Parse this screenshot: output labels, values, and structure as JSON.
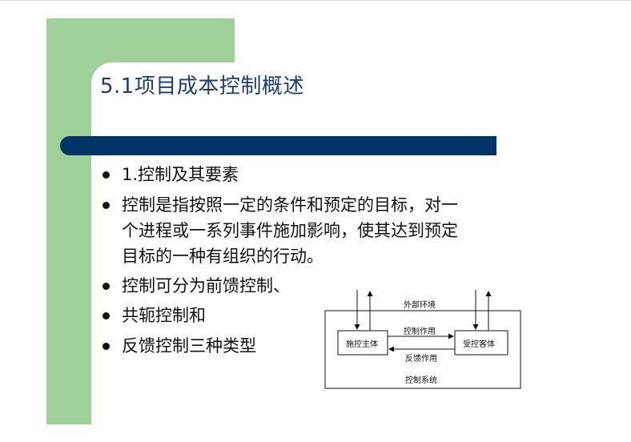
{
  "slide": {
    "title": "5.1项目成本控制概述",
    "colors": {
      "green_block": "#a0d099",
      "title_bar": "#003366",
      "title_text": "#1c3e6e"
    },
    "bullets": [
      {
        "lines": [
          "1.控制及其要素"
        ]
      },
      {
        "lines": [
          "控制是指按照一定的条件和预定的目标，对一",
          "个进程或一系列事件施加影响，使其达到预定",
          "目标的一种有组织的行动。"
        ]
      },
      {
        "lines": [
          "控制可分为前馈控制、"
        ]
      },
      {
        "lines": [
          "共轭控制和"
        ]
      },
      {
        "lines": [
          "反馈控制三种类型"
        ]
      }
    ]
  },
  "diagram": {
    "environment_label": "外部环境",
    "subject_label": "施控主体",
    "object_label": "受控客体",
    "control_action_label": "控制作用",
    "feedback_label": "反馈作用",
    "system_label": "控制系统"
  }
}
